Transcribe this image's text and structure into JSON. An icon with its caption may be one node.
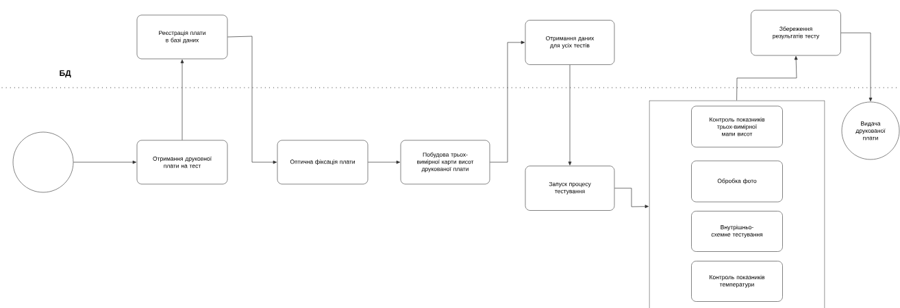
{
  "diagram": {
    "nodes": [
      {
        "text": [],
        "shape": "circle"
      },
      {
        "text": [
          "Реєстрація плати в базі даних"
        ]
      },
      {
        "text": [
          "Отримання друковної плати на тест"
        ]
      },
      {
        "text": [
          "Оптична фіксація плати"
        ]
      },
      {
        "text": [
          "Побудова трьох-вимірної карти висот друкованої плати"
        ]
      },
      {
        "text": [
          "Отримання даних для усіх тестів"
        ]
      },
      {
        "text": [
          "Запуск процесу тестування"
        ]
      },
      {
        "text": [],
        "shape": "box"
      },
      {
        "text": [
          "Контроль показників трьох-вимірної мапи висот"
        ],
        "in": 7
      },
      {
        "text": [
          "Обробка фото"
        ],
        "in": 7
      },
      {
        "text": [
          "Внутрішньо-схемне тестування"
        ],
        "in": 7
      },
      {
        "text": [
          "Контроль показників температури"
        ],
        "in": 7
      },
      {
        "text": [
          "Збереження результатів тесту"
        ]
      },
      {
        "text": [
          "Видача друкованої плати"
        ]
      }
    ],
    "edges": [
      {
        "from": 0,
        "to": 2,
        "arrow": "to"
      },
      {
        "from": 2,
        "to": 1,
        "arrow": "to"
      },
      {
        "from": 1,
        "to": 3,
        "arrow": "to"
      },
      {
        "from": 3,
        "to": 4,
        "arrow": "to"
      },
      {
        "from": 4,
        "to": 5,
        "arrow": "to"
      },
      {
        "from": 5,
        "to": 6,
        "arrow": "to"
      },
      {
        "from": 6,
        "to": 7,
        "arrow": "to"
      },
      {
        "from": 7,
        "to": 12,
        "arrow": "to"
      },
      {
        "from": 12,
        "to": 13,
        "arrow": "to"
      }
    ],
    "labels": [
      "БД"
    ]
  }
}
